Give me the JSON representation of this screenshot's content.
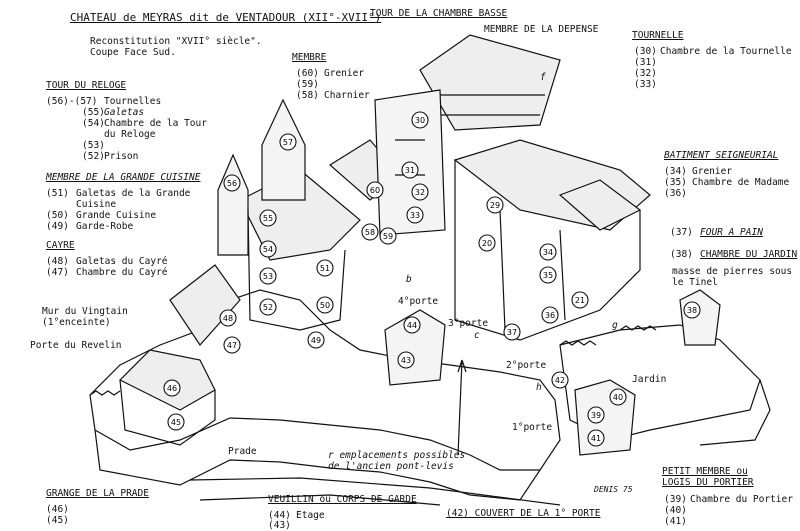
{
  "header": {
    "title": "CHATEAU de MEYRAS dit de VENTADOUR (XII°-XVII°)",
    "reconstitution": "Reconstitution \"XVII° siècle\".",
    "coupe": "Coupe Face Sud."
  },
  "left": {
    "tour_reloge": {
      "title": "TOUR DU RELOGE",
      "items": [
        {
          "num": "(56)-(57)",
          "label": "Tournelles"
        },
        {
          "num": "(55)",
          "label": "Galetas"
        },
        {
          "num": "(54)",
          "label": "Chambre de la Tour\ndu Reloge"
        },
        {
          "num": "(53)",
          "label": ""
        },
        {
          "num": "(52)",
          "label": "Prison"
        }
      ]
    },
    "grande_cuisine": {
      "title": "MEMBRE DE LA GRANDE CUISINE",
      "items": [
        {
          "num": "(51)",
          "label": "Galetas de la Grande\nCuisine"
        },
        {
          "num": "(50)",
          "label": "Grande Cuisine"
        },
        {
          "num": "(49)",
          "label": "Garde-Robe"
        }
      ]
    },
    "cayre": {
      "title": "CAYRE",
      "items": [
        {
          "num": "(48)",
          "label": "Galetas du Cayré"
        },
        {
          "num": "(47)",
          "label": "Chambre du Cayré"
        }
      ]
    },
    "vingtain": "Mur du Vingtain\n(1°enceinte)",
    "revelin": "Porte du Revelin",
    "grange": {
      "title": "GRANGE DE LA PRADE",
      "items": [
        "(46)",
        "(45)"
      ]
    }
  },
  "membre": {
    "title": "MEMBRE",
    "items": [
      {
        "num": "(60)",
        "label": "Grenier"
      },
      {
        "num": "(59)",
        "label": ""
      },
      {
        "num": "(58)",
        "label": "Charnier"
      }
    ]
  },
  "top": {
    "chambre_basse": "TOUR DE LA CHAMBRE BASSE",
    "depense": "MEMBRE DE LA DEPENSE"
  },
  "right": {
    "tournelle": {
      "title": "TOURNELLE",
      "items": [
        {
          "num": "(30)",
          "label": "Chambre de la Tournelle"
        },
        {
          "num": "(31)",
          "label": ""
        },
        {
          "num": "(32)",
          "label": ""
        },
        {
          "num": "(33)",
          "label": ""
        }
      ]
    },
    "seigneurial": {
      "title": "BATIMENT SEIGNEURIAL",
      "items": [
        {
          "num": "(34)",
          "label": "Grenier"
        },
        {
          "num": "(35)",
          "label": "Chambre de Madame"
        },
        {
          "num": "(36)",
          "label": ""
        }
      ]
    },
    "four": {
      "num": "(37)",
      "label": "FOUR A PAIN"
    },
    "jardin": {
      "num": "(38)",
      "label": "CHAMBRE DU JARDIN"
    },
    "masse": "masse de pierres sous\nle Tinel",
    "jardin_label": "Jardin",
    "portier": {
      "title": "PETIT MEMBRE ou\nLOGIS DU PORTIER",
      "items": [
        {
          "num": "(39)",
          "label": "Chambre du Portier"
        },
        {
          "num": "(40)",
          "label": ""
        },
        {
          "num": "(41)",
          "label": ""
        }
      ]
    }
  },
  "bottom": {
    "veuillin": "VEUILLIN ou CORPS DE GARDE",
    "veuillin_items": [
      {
        "num": "(44)",
        "label": "Etage"
      },
      {
        "num": "(43)",
        "label": ""
      }
    ],
    "couvert": "(42) COUVERT DE LA 1° PORTE",
    "pont_levis": "r emplacements possibles\nde l'ancien pont-levis",
    "prade": "Prade",
    "signature": "DENIS 75"
  },
  "portes": {
    "p4": "4°porte",
    "p3": "3°porte",
    "p2": "2°porte",
    "p1": "1°porte",
    "b": "b",
    "c": "c",
    "f": "f",
    "g": "g",
    "h": "h"
  },
  "markers": [
    "29",
    "30",
    "31",
    "32",
    "33",
    "34",
    "35",
    "36",
    "37",
    "38",
    "39",
    "40",
    "41",
    "42",
    "43",
    "44",
    "45",
    "46",
    "47",
    "48",
    "49",
    "50",
    "51",
    "52",
    "53",
    "54",
    "55",
    "56",
    "57",
    "58",
    "59",
    "60",
    "20",
    "21"
  ]
}
